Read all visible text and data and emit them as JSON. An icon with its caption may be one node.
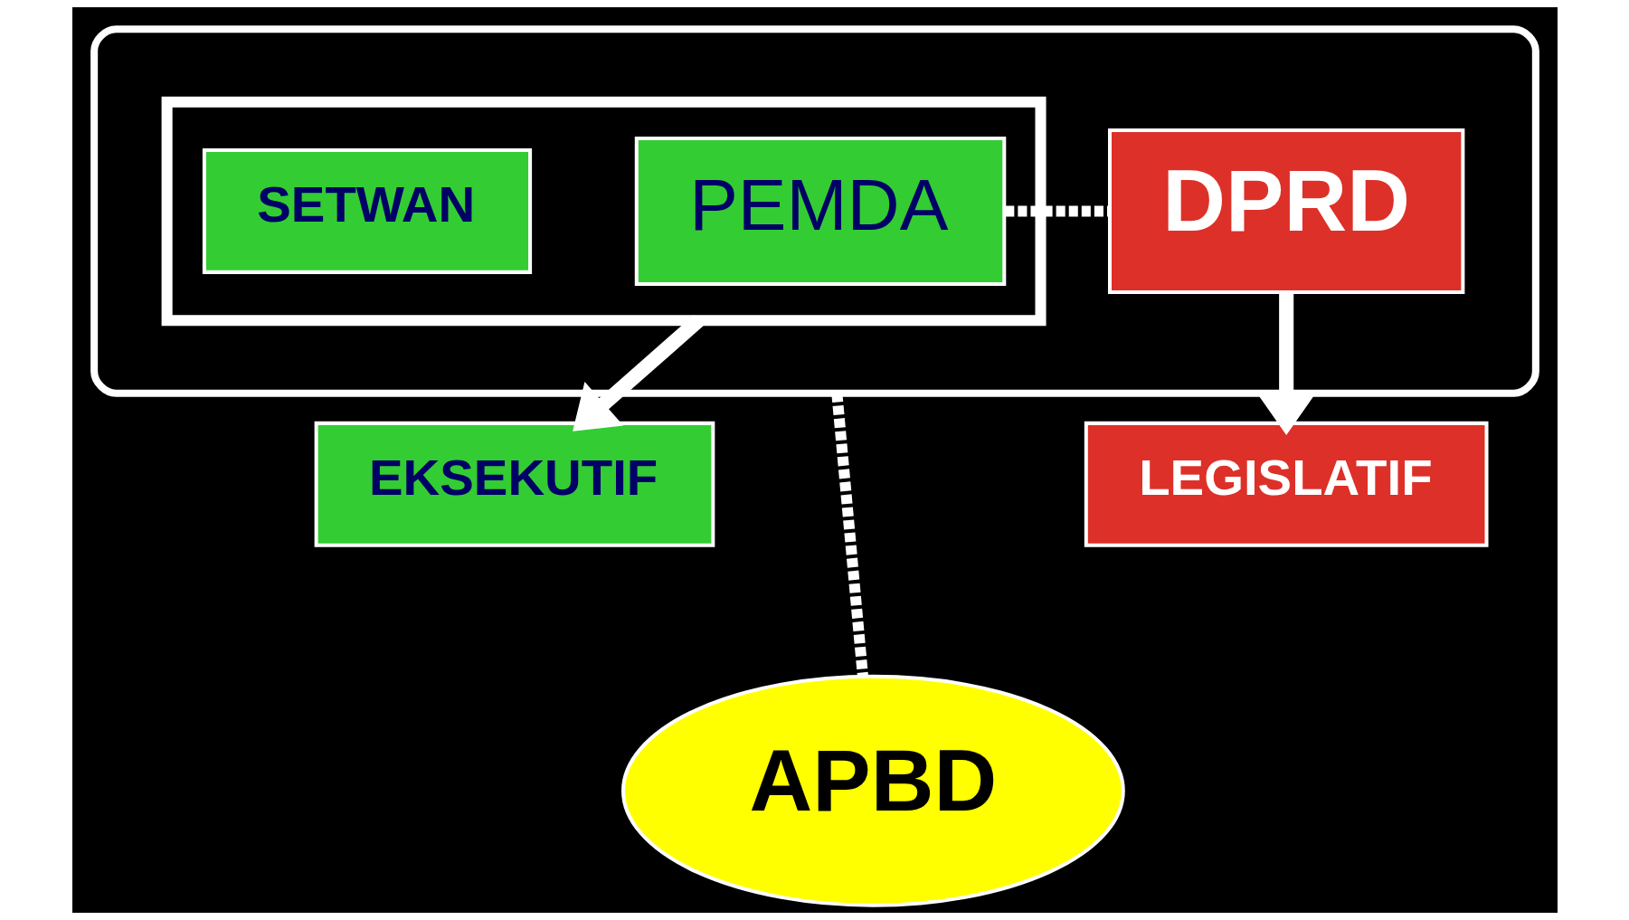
{
  "diagram": {
    "nodes": [
      {
        "text": [],
        "shape": "ellipse"
      },
      {
        "text": [],
        "shape": "box",
        "in": 0
      },
      {
        "text": [
          "PEMDA"
        ],
        "in": 1
      },
      {
        "text": [
          "SETWAN"
        ],
        "in": 1
      },
      {
        "text": [
          "DPRD"
        ],
        "in": 0
      },
      {
        "text": [
          "EKSEKUTIF"
        ]
      },
      {
        "text": [
          "LEGISLATIF"
        ]
      },
      {
        "text": [
          "APBD"
        ]
      }
    ],
    "edges": [
      {
        "from": 2,
        "to": 4,
        "arrow": "none",
        "style": "dashed"
      },
      {
        "from": 1,
        "to": 5,
        "arrow": "to"
      },
      {
        "from": 4,
        "to": 6,
        "arrow": "to"
      },
      {
        "from": 0,
        "to": 7,
        "arrow": "none",
        "style": "dashed"
      }
    ]
  }
}
